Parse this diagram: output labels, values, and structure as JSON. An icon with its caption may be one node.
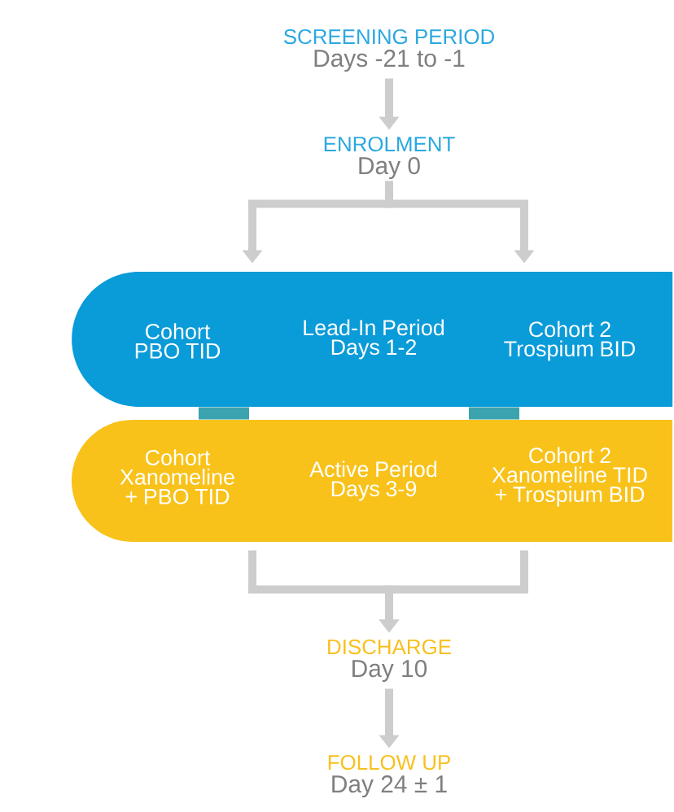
{
  "diagram": {
    "nodes": [
      {
        "text": [
          "SCREENING PERIOD",
          "Days -21 to -1"
        ]
      },
      {
        "text": [
          "ENROLMENT",
          "Day 0"
        ]
      },
      {
        "text": [
          "Lead-In Period Days 1-2"
        ]
      },
      {
        "text": [
          "Cohort PBO TID"
        ],
        "in": 2
      },
      {
        "text": [
          "Cohort 2 Trospium BID"
        ],
        "in": 2
      },
      {
        "text": [
          "Active Period Days 3-9"
        ]
      },
      {
        "text": [
          "Cohort Xanomeline + PBO TID"
        ],
        "in": 5
      },
      {
        "text": [
          "Cohort 2 Xanomeline TID + Trospium BID"
        ],
        "in": 5
      },
      {
        "text": [
          "DISCHARGE",
          "Day 10"
        ]
      },
      {
        "text": [
          "FOLLOW UP",
          "Day 24 ± 1"
        ]
      }
    ],
    "edges": [
      {
        "from": 0,
        "to": 1,
        "arrow": "to"
      },
      {
        "from": 1,
        "to": 2,
        "arrow": "to"
      },
      {
        "from": 1,
        "to": 2,
        "arrow": "to"
      },
      {
        "from": 2,
        "to": 5,
        "arrow": "none",
        "style": "thick",
        "color": "#3aa3ae"
      },
      {
        "from": 2,
        "to": 5,
        "arrow": "none",
        "style": "thick",
        "color": "#3aa3ae"
      },
      {
        "from": 5,
        "to": 8,
        "arrow": "to"
      },
      {
        "from": 5,
        "to": 8,
        "arrow": "to"
      },
      {
        "from": 8,
        "to": 9,
        "arrow": "to"
      }
    ]
  }
}
